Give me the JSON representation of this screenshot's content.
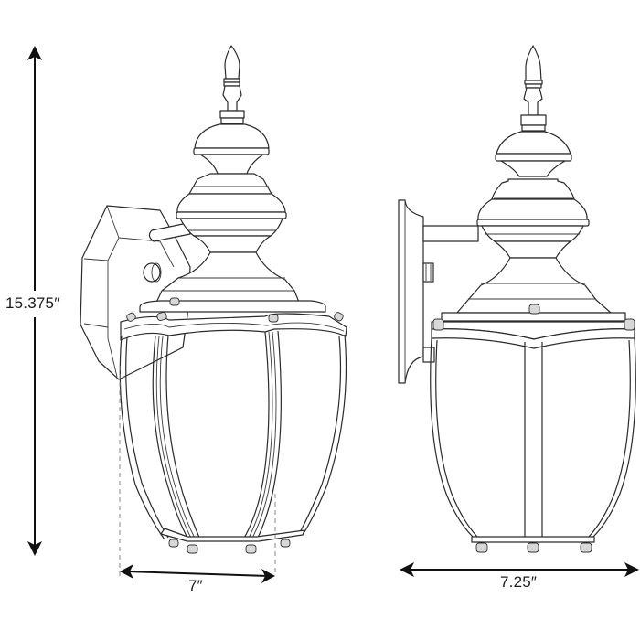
{
  "diagram": {
    "subject": "Outdoor wall lantern dimension drawing",
    "views": [
      {
        "name": "side view",
        "position": "left"
      },
      {
        "name": "front view",
        "position": "right"
      }
    ],
    "dimensions": {
      "height": {
        "label": "15.375″",
        "value": 15.375,
        "unit": "in",
        "axis": "vertical"
      },
      "side_width": {
        "label": "7″",
        "value": 7,
        "unit": "in",
        "axis": "horizontal",
        "view": "side"
      },
      "front_width": {
        "label": "7.25″",
        "value": 7.25,
        "unit": "in",
        "axis": "horizontal",
        "view": "front"
      }
    },
    "colors": {
      "background": "#ffffff",
      "line": "#2a2a2a",
      "dimension_line": "#111111",
      "extension_dash": "#8a8a8a"
    }
  }
}
